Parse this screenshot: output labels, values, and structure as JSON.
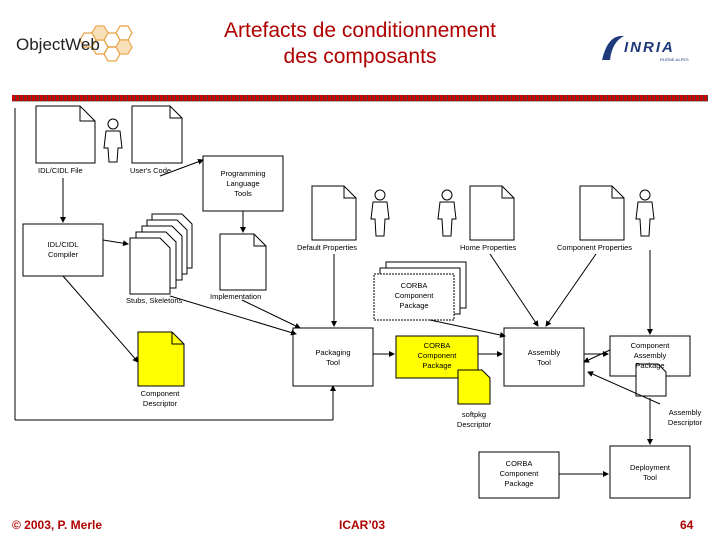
{
  "title": {
    "line1": "Artefacts de conditionnement",
    "line2": "des composants"
  },
  "logos": {
    "left": {
      "text": "ObjectWeb",
      "icon": "honeycomb-logo-icon"
    },
    "right": {
      "text": "INRIA",
      "sub": "RHÔNE-ALPES",
      "icon": "inria-logo-icon"
    }
  },
  "diagram": {
    "idl_file": "IDL/CIDL File",
    "users_code": "User's Code",
    "programming_tools": [
      "Programming",
      "Language",
      "Tools"
    ],
    "idl_compiler": [
      "IDL/CIDL",
      "Compiler"
    ],
    "stubs": "Stubs, Skeletons",
    "implementation": "Implementation",
    "default_properties": "Default Properties",
    "home_properties": "Home Properties",
    "component_properties": "Component Properties",
    "corba_package_top": [
      "CORBA",
      "Component",
      "Package"
    ],
    "packaging_tool": [
      "Packaging",
      "Tool"
    ],
    "corba_package_mid": [
      "CORBA",
      "Component",
      "Package"
    ],
    "assembly_tool": [
      "Assembly",
      "Tool"
    ],
    "component_assembly_package": [
      "Component",
      "Assembly",
      "Package"
    ],
    "component_descriptor": [
      "Component",
      "Descriptor"
    ],
    "softpkg_descriptor": [
      "softpkg",
      "Descriptor"
    ],
    "assembly_descriptor": [
      "Assembly",
      "Descriptor"
    ],
    "corba_package_bottom": [
      "CORBA",
      "Component",
      "Package"
    ],
    "deployment_tool": [
      "Deployment",
      "Tool"
    ]
  },
  "footer": {
    "copyright": "© 2003, P. Merle",
    "conference": "ICAR’03",
    "page_number": "64"
  },
  "colors": {
    "title": "#b00000",
    "highlight": "#ffff00"
  }
}
